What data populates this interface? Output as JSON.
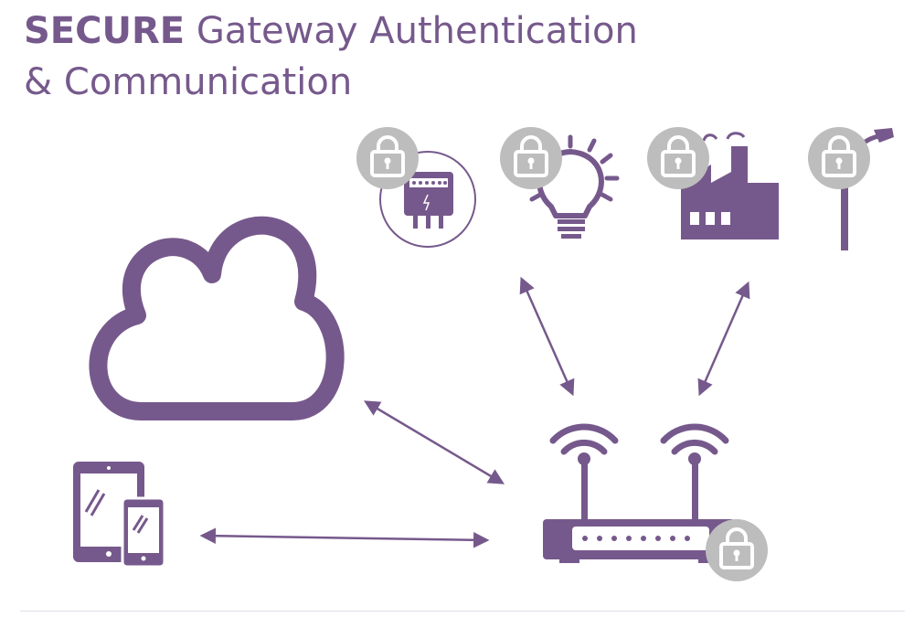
{
  "title": {
    "strong": "SECURE",
    "rest": "Gateway Authentication",
    "line2": "& Communication"
  },
  "colors": {
    "primary": "#76598c",
    "lock": "#bdbdbd",
    "lock_glyph": "#ffffff",
    "background": "#ffffff"
  },
  "icons": [
    "cloud-icon",
    "smart-meter-icon",
    "lightbulb-icon",
    "factory-icon",
    "street-lamp-icon",
    "mobile-devices-icon",
    "router-icon",
    "lock-icon"
  ]
}
